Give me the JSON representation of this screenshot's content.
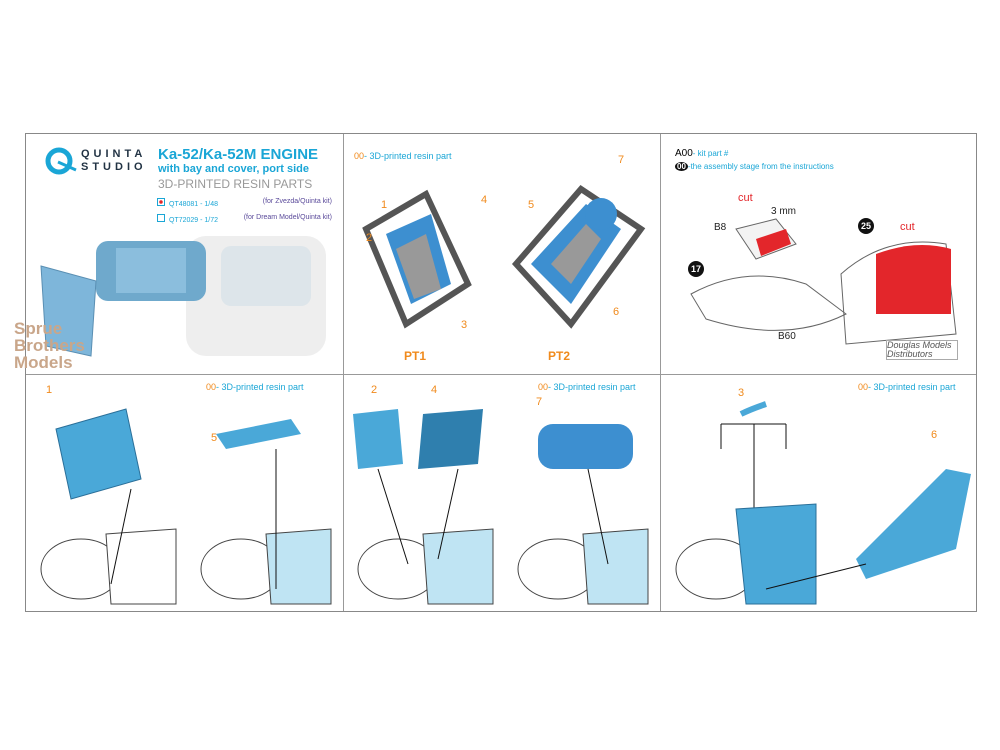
{
  "header": {
    "brand_line1": "QUINTA",
    "brand_line2": "STUDIO",
    "title": "Ka-52/Ka-52M ENGINE",
    "subtitle": "with bay and cover, port side",
    "product_type": "3D-PRINTED RESIN PARTS",
    "variants": [
      {
        "code": "QT48081 - 1/48",
        "kit": "(for Zvezda/Quinta kit)",
        "checked": true
      },
      {
        "code": "QT72029 - 1/72",
        "kit": "(for Dream Model/Quinta kit)",
        "checked": false
      }
    ]
  },
  "legend": {
    "resin_num": "00",
    "resin_text": "- 3D-printed resin part",
    "kit_code": "A00",
    "kit_text": "- kit part #",
    "stage_num": "00",
    "stage_text": "-the assembly stage from the instructions"
  },
  "panel2": {
    "labels": [
      "1",
      "2",
      "3",
      "4",
      "5",
      "6",
      "7"
    ],
    "pt1": "PT1",
    "pt2": "PT2"
  },
  "panel3": {
    "cut": "cut",
    "dim": "3 mm",
    "b8": "B8",
    "b60": "B60",
    "stage17": "17",
    "stage25": "25"
  },
  "panel4": {
    "labels": [
      "1",
      "5"
    ]
  },
  "panel5": {
    "labels": [
      "2",
      "4",
      "7"
    ]
  },
  "panel6": {
    "labels": [
      "3",
      "6"
    ]
  },
  "watermarks": {
    "sprue": "Sprue Brothers Models",
    "douglas": "Douglas Models Distributors"
  },
  "colors": {
    "resin": "#4aa8d8",
    "accent": "#1aa6d6",
    "label": "#f08a1c",
    "cut": "#e3262b"
  }
}
